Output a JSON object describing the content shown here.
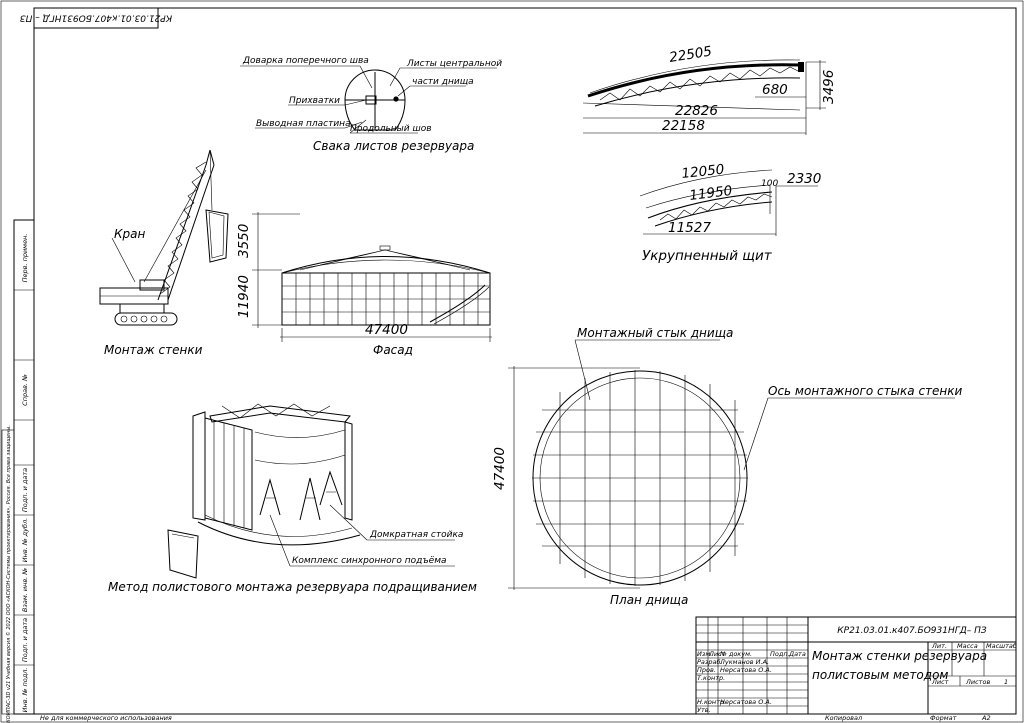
{
  "sheet": {
    "top_stamp": "КР21.03.01.к407.БО931НГД – ПЗ",
    "footer_left": "Не для коммерческого использования",
    "footer_copied": "Копировал",
    "footer_format_label": "Формат",
    "footer_format_value": "A2",
    "side_strip": [
      "Перв. примен.",
      "Справ. №",
      "Подп. и дата",
      "Инв. № дубл.",
      "Взам. инв. №",
      "Подп. и дата",
      "Инв. № подл."
    ],
    "side_watermark": "КОМПАС-3D v21 Учебная версия © 2022 ООО «АСКОН-Системы проектирования», Россия. Все права защищены."
  },
  "weld": {
    "title": "Свака листов резервуара",
    "labels": [
      "Доварка поперечного шва",
      "Листы центральной",
      "части днища",
      "Прихватки",
      "Выводная пластина",
      "Продольный шов"
    ]
  },
  "truss_large": {
    "dims": [
      "22505",
      "680",
      "3496",
      "22826",
      "22158"
    ]
  },
  "truss_small": {
    "title": "Укрупненный щит",
    "dims": [
      "12050",
      "11950",
      "100",
      "2330",
      "11527"
    ]
  },
  "crane": {
    "label": "Кран",
    "title": "Монтаж стенки"
  },
  "facade": {
    "title": "Фасад",
    "dims": [
      "3550",
      "11940",
      "47400"
    ]
  },
  "plan": {
    "title": "План днища",
    "dim": "47400",
    "labels": [
      "Монтажный стык днища",
      "Ось монтажного стыка стенки"
    ]
  },
  "method": {
    "title": "Метод полистового монтажа резервуара подращиванием",
    "labels": [
      "Домкратная стойка",
      "Комплекс синхронного подъёма"
    ]
  },
  "title_block": {
    "code": "КР21.03.01.к407.БО931НГД– ПЗ",
    "name_line1": "Монтаж стенки резервуара",
    "name_line2": "полистовым методом",
    "col_headers": [
      "Изм.",
      "Лист",
      "№ докум.",
      "Подп.",
      "Дата"
    ],
    "roles": [
      {
        "role": "Разраб.",
        "name": "Лукманов И.А."
      },
      {
        "role": "Пров.",
        "name": "Нерсатова О.А."
      },
      {
        "role": "Т.контр.",
        "name": ""
      },
      {
        "role": "",
        "name": ""
      },
      {
        "role": "Н.контр.",
        "name": "Нерсатова О.А."
      },
      {
        "role": "Утв.",
        "name": ""
      }
    ],
    "lit": "Лит.",
    "mass": "Масса",
    "scale": "Масштаб",
    "sheet": "Лист",
    "sheets": "Листов",
    "sheets_value": "1"
  }
}
